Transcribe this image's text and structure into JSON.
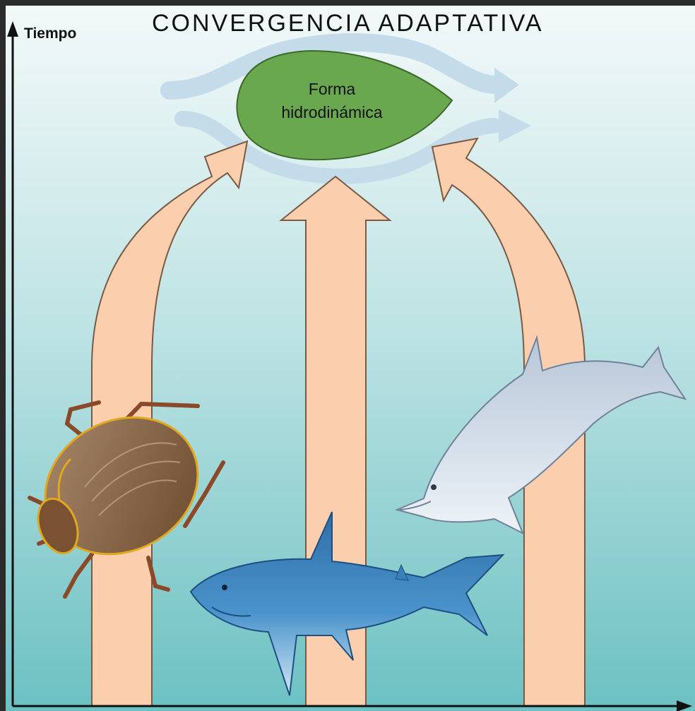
{
  "title": "CONVERGENCIA ADAPTATIVA",
  "y_axis_label": "Tiempo",
  "target_shape": {
    "line1": "Forma",
    "line2": "hidrodinámica"
  },
  "colors": {
    "background_top": "#eef6f6",
    "background_bottom": "#6fc4c4",
    "arrow_fill": "#fbcfae",
    "arrow_stroke": "#7a5a44",
    "shape_fill": "#6aa84f",
    "flow_arrows": "#c6dcea",
    "beetle": "#8a6a4a",
    "shark": "#3a7fb8",
    "dolphin": "#c9d7e6"
  },
  "organisms": [
    "beetle-icon",
    "shark-icon",
    "dolphin-icon"
  ]
}
